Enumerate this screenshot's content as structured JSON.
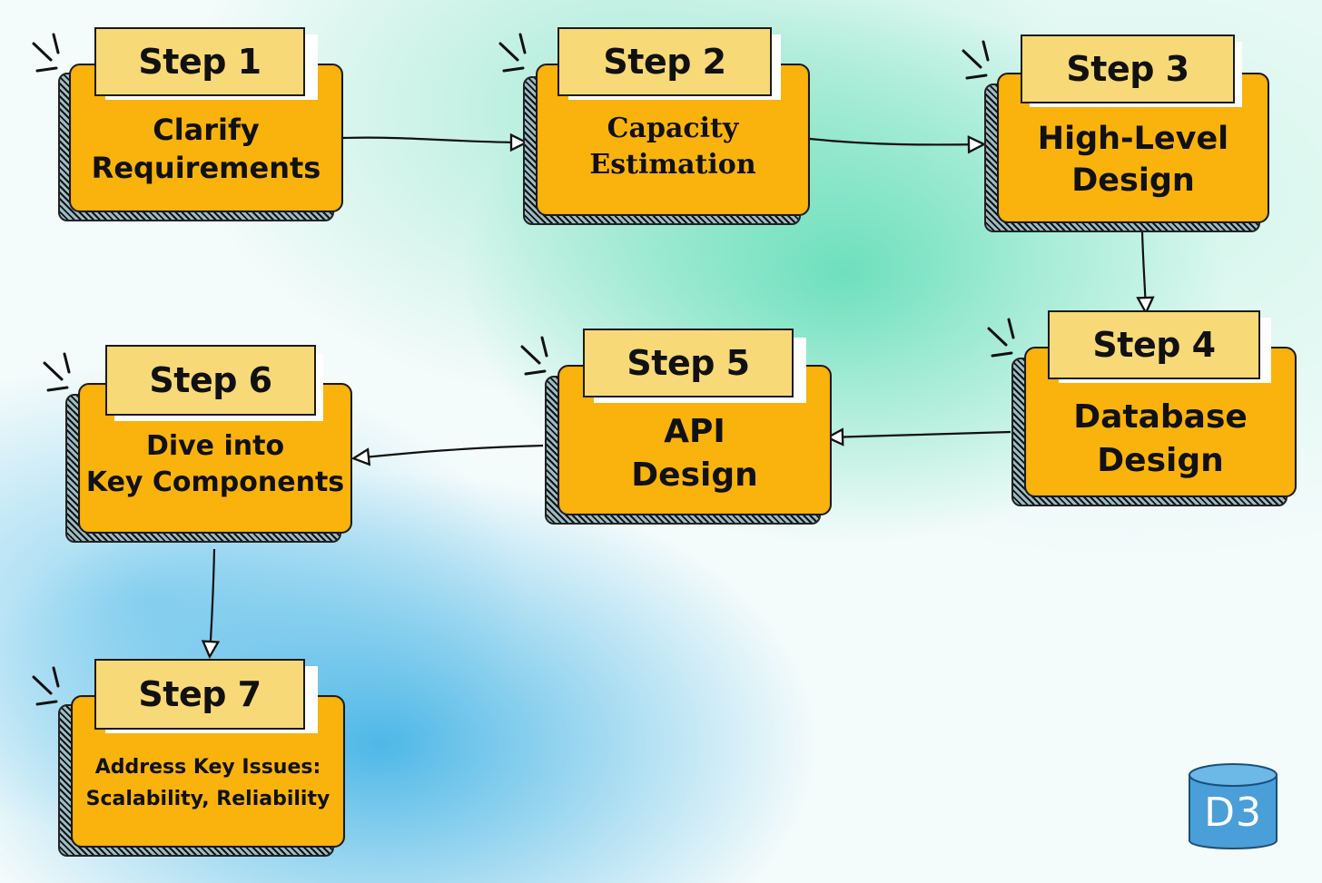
{
  "steps": [
    {
      "tab": "Step 1",
      "line1": "Clarify",
      "line2": "Requirements"
    },
    {
      "tab": "Step 2",
      "line1": "Capacity",
      "line2": "Estimation"
    },
    {
      "tab": "Step 3",
      "line1": "High-Level",
      "line2": "Design"
    },
    {
      "tab": "Step 4",
      "line1": "Database",
      "line2": "Design"
    },
    {
      "tab": "Step 5",
      "line1": "API",
      "line2": "Design"
    },
    {
      "tab": "Step 6",
      "line1": "Dive into",
      "line2": "Key Components"
    },
    {
      "tab": "Step 7",
      "line1": "Address Key Issues:",
      "line2": "Scalability, Reliability"
    }
  ],
  "logo": {
    "text": "D3",
    "icon": "database-cylinder-icon"
  },
  "colors": {
    "box_fill": "#f9b30c",
    "tab_fill": "#f7d977",
    "outline": "#1b1b1b",
    "logo_fill": "#4a9fd8"
  },
  "connections": [
    {
      "from": "Step 1",
      "to": "Step 2"
    },
    {
      "from": "Step 2",
      "to": "Step 3"
    },
    {
      "from": "Step 3",
      "to": "Step 4"
    },
    {
      "from": "Step 4",
      "to": "Step 5"
    },
    {
      "from": "Step 5",
      "to": "Step 6"
    },
    {
      "from": "Step 6",
      "to": "Step 7"
    }
  ]
}
